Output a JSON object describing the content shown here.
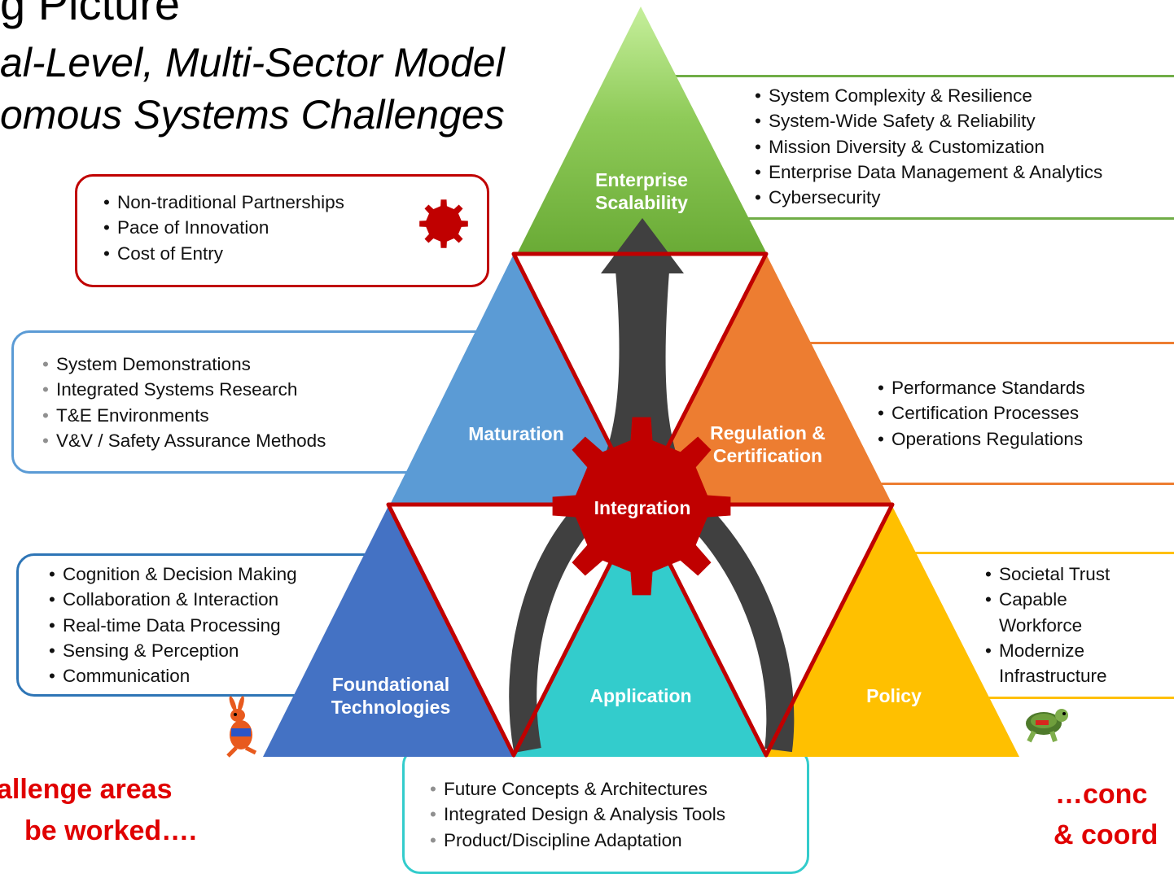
{
  "title": {
    "line1": "g Picture",
    "line2": "al-Level, Multi-Sector Model",
    "line3": "omous Systems Challenges"
  },
  "colors": {
    "enterprise": "#7ac043",
    "maturation": "#5b9bd5",
    "regulation": "#ed7d31",
    "foundational": "#4472c4",
    "application": "#33cccc",
    "policy": "#ffc000",
    "integration": "#c00000",
    "arrow": "#404040",
    "emphasis": "#e00000"
  },
  "boxes": {
    "challenges": {
      "items": [
        "Non-traditional Partnerships",
        "Pace of Innovation",
        "Cost of Entry"
      ],
      "icon": "red-gear-icon"
    },
    "enterprise": {
      "items": [
        "System Complexity & Resilience",
        "System-Wide Safety & Reliability",
        "Mission Diversity & Customization",
        "Enterprise Data Management & Analytics",
        "Cybersecurity"
      ]
    },
    "maturation": {
      "items": [
        "System Demonstrations",
        "Integrated Systems Research",
        "T&E Environments",
        "V&V / Safety Assurance Methods"
      ]
    },
    "regulation": {
      "items": [
        "Performance Standards",
        "Certification Processes",
        "Operations Regulations"
      ]
    },
    "foundational": {
      "items": [
        "Cognition & Decision Making",
        "Collaboration & Interaction",
        "Real-time Data Processing",
        "Sensing & Perception",
        "Communication"
      ]
    },
    "policy": {
      "items": [
        "Societal Trust",
        "Capable",
        "Workforce",
        "Modernize",
        "Infrastructure"
      ]
    },
    "application": {
      "items": [
        "Future Concepts & Architectures",
        "Integrated Design & Analysis Tools",
        "Product/Discipline Adaptation"
      ]
    }
  },
  "triangles": {
    "enterprise": [
      "Enterprise",
      "Scalability"
    ],
    "maturation": [
      "Maturation"
    ],
    "regulation": [
      "Regulation &",
      "Certification"
    ],
    "foundational": [
      "Foundational",
      "Technologies"
    ],
    "application": [
      "Application"
    ],
    "policy": [
      "Policy"
    ],
    "integration": "Integration"
  },
  "icons": {
    "left": "running-hare-icon",
    "right": "tortoise-icon"
  },
  "bottom": {
    "left_line1": "allenge areas",
    "left_line2": "be worked….",
    "right_line1": "…conc",
    "right_line2": "& coord"
  }
}
